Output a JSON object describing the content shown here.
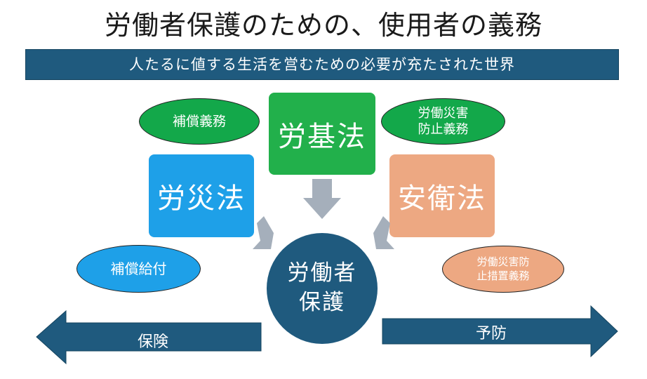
{
  "title": "労働者保護のための、使用者の義務",
  "banner": "人たるに値する生活を営むための必要が充たされた世界",
  "laws": {
    "rousai": "労災法",
    "roukihou": "労基法",
    "anei": "安衛法"
  },
  "ovals": {
    "hosho_gimu": "補償義務",
    "saigai_boshi_gimu_line1": "労働災害",
    "saigai_boshi_gimu_line2": "防止義務",
    "hosho_kyufu": "補償給付",
    "sochi_gimu_line1": "労働災害防",
    "sochi_gimu_line2": "止措置義務"
  },
  "center": {
    "line1": "労働者",
    "line2": "保護"
  },
  "arrows": {
    "left_label": "保険",
    "right_label": "予防"
  },
  "colors": {
    "navy": "#1f5a7e",
    "blue": "#1ea0e8",
    "green": "#22b04b",
    "oval_green": "#13a84a",
    "salmon": "#eda882",
    "gray_arrow": "#a5afbb"
  }
}
